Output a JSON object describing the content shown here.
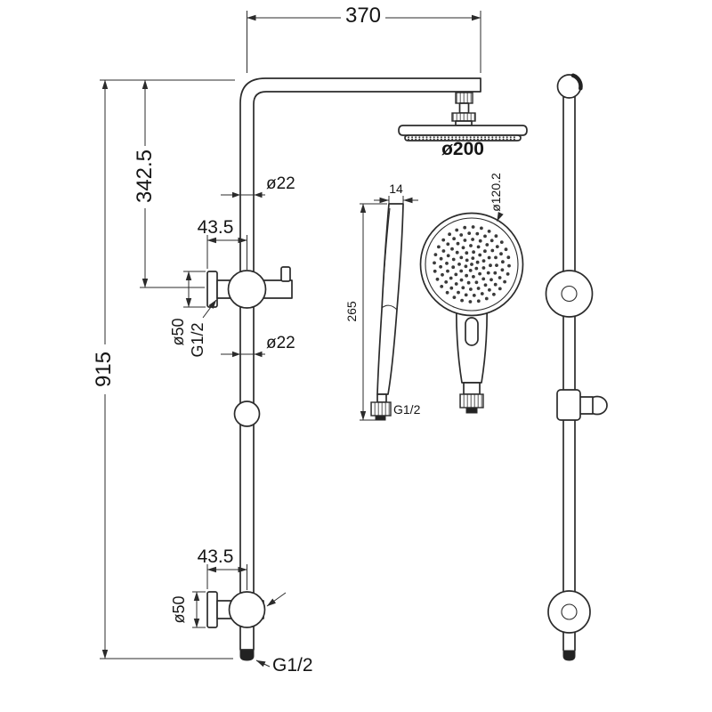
{
  "drawing": {
    "background": "#ffffff",
    "line_color": "#2b2b2b",
    "dimensions": {
      "top_arm_width": "370",
      "upper_section_height": "342.5",
      "total_height": "915",
      "upper_bracket_offset": "43.5",
      "pipe_diameter_upper": "ø22",
      "pipe_diameter_mid": "ø22",
      "upper_flange_diameter": "ø50",
      "upper_bracket_thread": "G1/2",
      "lower_bracket_offset": "43.5",
      "lower_flange_diameter": "ø50",
      "inlet_thread": "G1/2",
      "overhead_shower_diameter": "ø200",
      "handshower_top_width": "14",
      "handshower_length": "265",
      "handshower_thread": "G1/2",
      "handshower_face_diameter": "ø120.2"
    }
  }
}
